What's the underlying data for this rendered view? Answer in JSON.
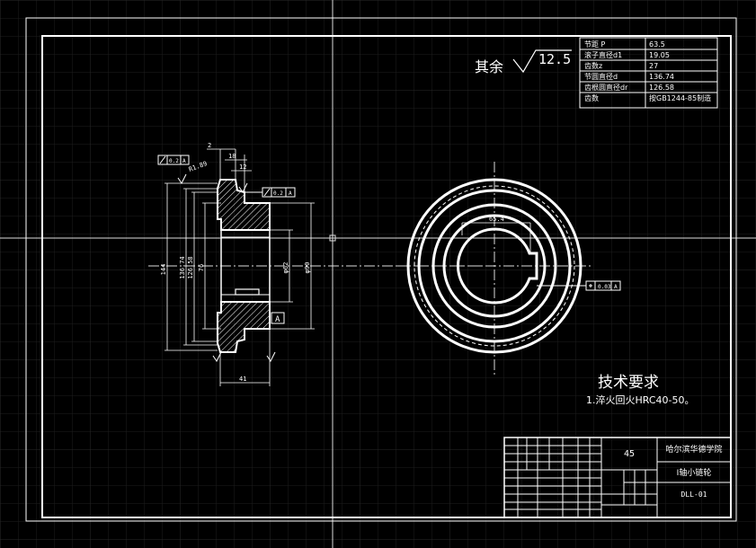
{
  "roughness": {
    "prefix": "其余",
    "value": "12.5"
  },
  "params": [
    {
      "label": "节距 P",
      "value": "63.5"
    },
    {
      "label": "滚子直径d1",
      "value": "19.05"
    },
    {
      "label": "齿数z",
      "value": "27"
    },
    {
      "label": "节圆直径d",
      "value": "136.74"
    },
    {
      "label": "齿根圆直径dr",
      "value": "126.58"
    },
    {
      "label": "齿数",
      "value": "按GB1244-85制造"
    }
  ],
  "section_dims": {
    "top_2": "2",
    "top_18": "18",
    "top_12": "12",
    "radius": "R1.89",
    "width_41": "41",
    "d144": "144",
    "d13674": "136.74",
    "d12658": "126.58",
    "d76": "76",
    "d62": "φ62",
    "d90": "φ90",
    "datum": "A"
  },
  "tolerances": {
    "runout_left": {
      "value": "0.2",
      "datum": "A"
    },
    "runout_mid": {
      "value": "0.2",
      "datum": "A"
    },
    "key_sym": {
      "value": "0.03",
      "datum": "A"
    }
  },
  "end_view": {
    "keyway_dim": "65.4"
  },
  "tech_req": {
    "title": "技术要求",
    "items": [
      "1.淬火回火HRC40-50。"
    ]
  },
  "title_block": {
    "material": "45",
    "school": "哈尔滨华德学院",
    "part_name": "Ⅰ轴小链轮",
    "drawing_no": "DLL-01"
  }
}
